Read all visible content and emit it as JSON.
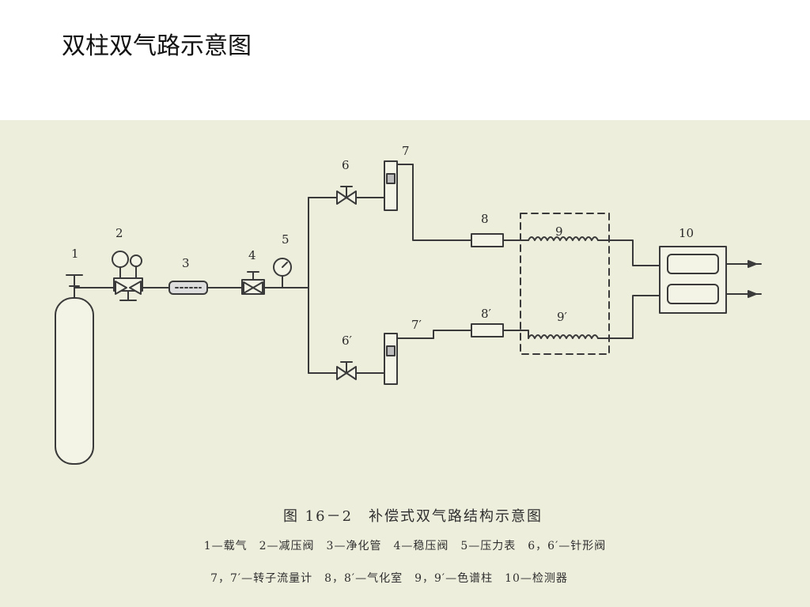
{
  "slide": {
    "title": "双柱双气路示意图"
  },
  "figure": {
    "caption": "图 16－2　补偿式双气路结构示意图",
    "legend_line1": "1—载气　2—减压阀　3—净化管　4—稳压阀　5—压力表　6，6′—针形阀",
    "legend_line2": "7，7′—转子流量计　8，8′—气化室　9，9′—色谱柱　10—检测器",
    "labels": {
      "n1": "1",
      "n2": "2",
      "n3": "3",
      "n4": "4",
      "n5": "5",
      "n6": "6",
      "n6p": "6′",
      "n7": "7",
      "n7p": "7′",
      "n8": "8",
      "n8p": "8′",
      "n9": "9",
      "n9p": "9′",
      "n10": "10"
    }
  }
}
